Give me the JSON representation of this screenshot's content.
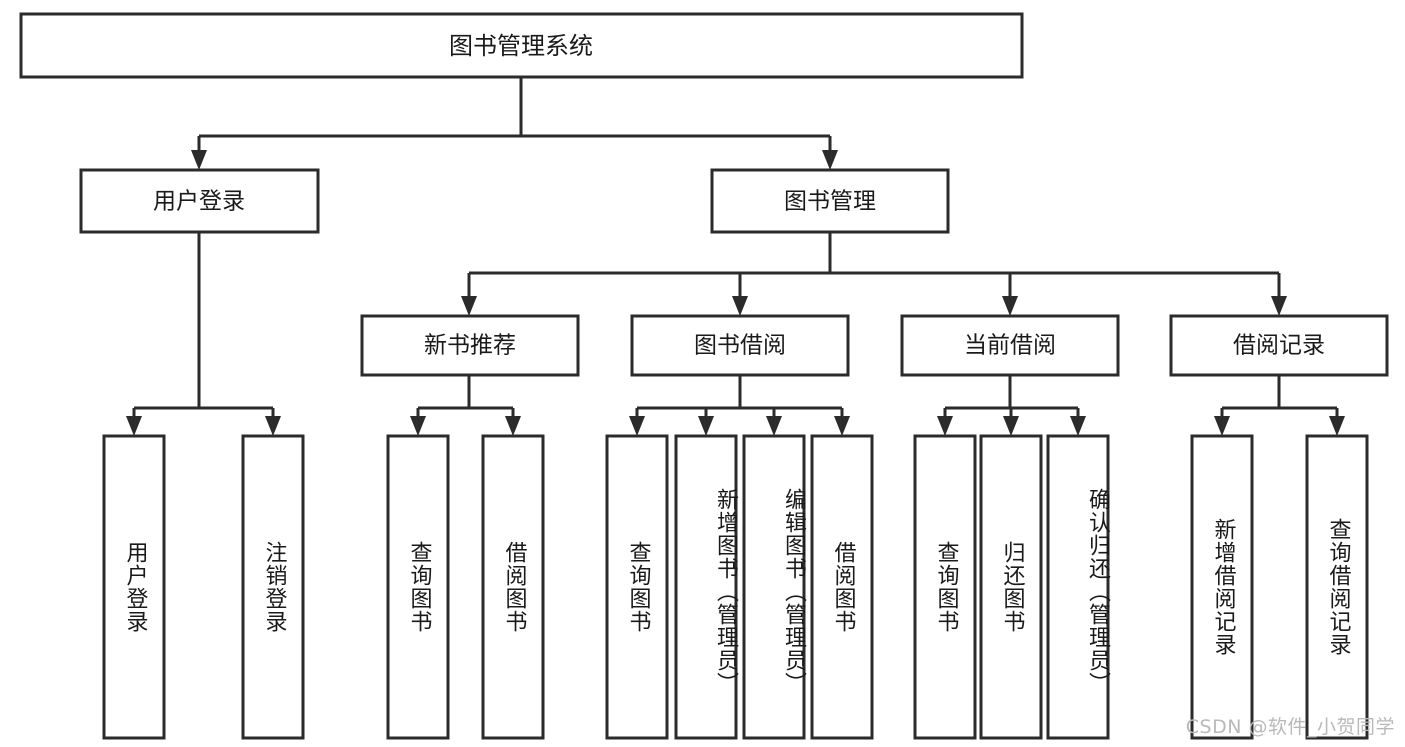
{
  "diagram": {
    "title": "图书管理系统",
    "watermark": "CSDN @软件_小贺同学",
    "type": "hierarchy-tree",
    "levels": 4,
    "colors": {
      "stroke": "#2b2b2b",
      "fill": "#ffffff",
      "text": "#1a1a1a",
      "watermark": "#b9b9b9"
    },
    "root": {
      "label": "图书管理系统"
    },
    "level2": [
      {
        "label": "用户登录"
      },
      {
        "label": "图书管理"
      }
    ],
    "level3": [
      {
        "label": "新书推荐"
      },
      {
        "label": "图书借阅"
      },
      {
        "label": "当前借阅"
      },
      {
        "label": "借阅记录"
      }
    ],
    "leaves": {
      "user_login": [
        {
          "label": "用户登录"
        },
        {
          "label": "注销登录"
        }
      ],
      "new_book": [
        {
          "label": "查询图书"
        },
        {
          "label": "借阅图书"
        }
      ],
      "book_borrow": [
        {
          "label": "查询图书"
        },
        {
          "label": "新增图书（管理员）"
        },
        {
          "label": "编辑图书（管理员）"
        },
        {
          "label": "借阅图书"
        }
      ],
      "current_borrow": [
        {
          "label": "查询图书"
        },
        {
          "label": "归还图书"
        },
        {
          "label": "确认归还（管理员）"
        }
      ],
      "borrow_record": [
        {
          "label": "新增借阅记录"
        },
        {
          "label": "查询借阅记录"
        }
      ]
    }
  }
}
